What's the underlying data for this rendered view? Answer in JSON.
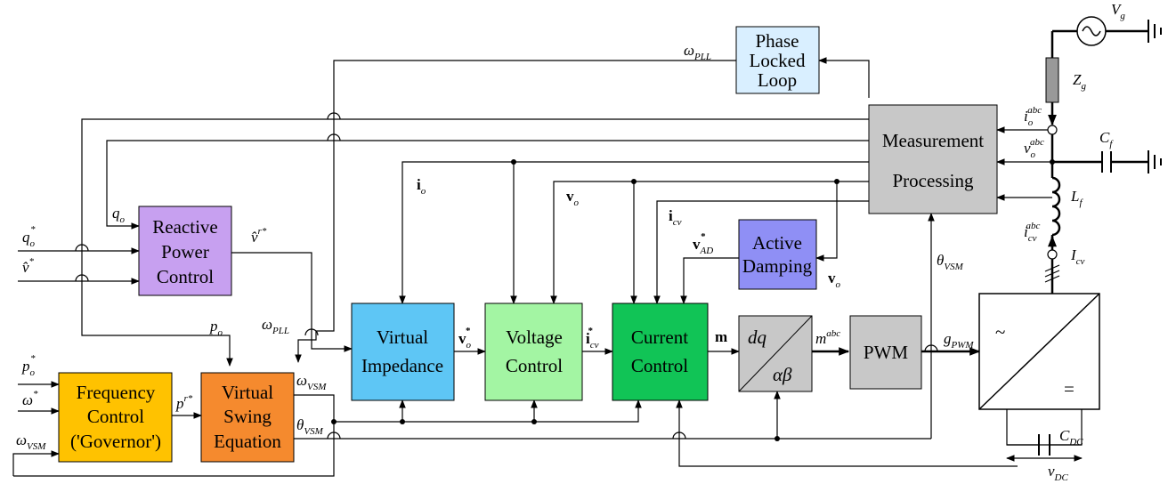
{
  "blocks": {
    "pll": [
      "Phase",
      "Locked",
      "Loop"
    ],
    "meas": [
      "Measurement",
      "Processing"
    ],
    "rpc": [
      "Reactive",
      "Power",
      "Control"
    ],
    "ad": [
      "Active",
      "Damping"
    ],
    "vi": [
      "Virtual",
      "Impedance"
    ],
    "vc": [
      "Voltage",
      "Control"
    ],
    "cc": [
      "Current",
      "Control"
    ],
    "dq": [
      "dq",
      "αβ"
    ],
    "pwm": "PWM",
    "fc": [
      "Frequency",
      "Control",
      "('Governor')"
    ],
    "vse": [
      "Virtual",
      "Swing",
      "Equation"
    ],
    "conv": [
      "~",
      "="
    ]
  },
  "colors": {
    "pll": "#d9efff",
    "meas": "#c8c8c8",
    "rpc": "#c7a0f0",
    "ad": "#8f8ff5",
    "vi": "#5ec6f5",
    "vc": "#a3f5a3",
    "cc": "#11c456",
    "dq": "#c8c8c8",
    "pwm": "#c8c8c8",
    "fc": "#ffc200",
    "vse": "#f58a2e",
    "zg": "#999999"
  },
  "signals": {
    "omega_pll": {
      "main": "ω",
      "sub": "PLL"
    },
    "q_o_ref": {
      "main": "q",
      "sub": "o",
      "sup": "*"
    },
    "v_hat": {
      "main": "v̂",
      "sup": "*"
    },
    "q_o": {
      "main": "q",
      "sub": "o"
    },
    "v_hat_r": {
      "main": "v̂",
      "sup": "r*"
    },
    "i_o": {
      "main": "i",
      "sub": "o"
    },
    "v_o_meas": {
      "main": "v",
      "sub": "o"
    },
    "i_cv": {
      "main": "i",
      "sub": "cv"
    },
    "v_ad": {
      "main": "v",
      "sub": "AD",
      "sup": "*"
    },
    "v_o_ad": {
      "main": "v",
      "sub": "o"
    },
    "theta_vsm_meas": {
      "main": "θ",
      "sub": "VSM"
    },
    "p_o": {
      "main": "p",
      "sub": "o"
    },
    "omega_pll_vse": {
      "main": "ω",
      "sub": "PLL"
    },
    "v_o_ref": {
      "main": "v",
      "sub": "o",
      "sup": "*"
    },
    "i_cv_ref": {
      "main": "i",
      "sub": "cv",
      "sup": "*"
    },
    "m": "m",
    "m_abc": {
      "main": "m",
      "sup": "abc"
    },
    "g_pwm": {
      "main": "g",
      "sub": "PWM"
    },
    "p_o_ref": {
      "main": "p",
      "sub": "o",
      "sup": "*"
    },
    "omega_ref": {
      "main": "ω",
      "sup": "*"
    },
    "omega_vsm_in": {
      "main": "ω",
      "sub": "VSM"
    },
    "p_r": {
      "main": "p",
      "sup": "r*"
    },
    "omega_vsm_out": {
      "main": "ω",
      "sub": "VSM"
    },
    "theta_vsm_out": {
      "main": "θ",
      "sub": "VSM"
    },
    "v_g": {
      "main": "V",
      "sub": "g"
    },
    "z_g": {
      "main": "Z",
      "sub": "g"
    },
    "i_o_abc": {
      "main": "i",
      "sub": "o",
      "sup": "abc"
    },
    "v_o_abc": {
      "main": "v",
      "sub": "o",
      "sup": "abc"
    },
    "c_f": {
      "main": "C",
      "sub": "f"
    },
    "l_f": {
      "main": "L",
      "sub": "f"
    },
    "i_cv_abc": {
      "main": "i",
      "sub": "cv",
      "sup": "abc"
    },
    "i_cv_out": {
      "main": "I",
      "sub": "cv"
    },
    "c_dc": {
      "main": "C",
      "sub": "DC"
    },
    "v_dc": {
      "main": "v",
      "sub": "DC"
    }
  }
}
